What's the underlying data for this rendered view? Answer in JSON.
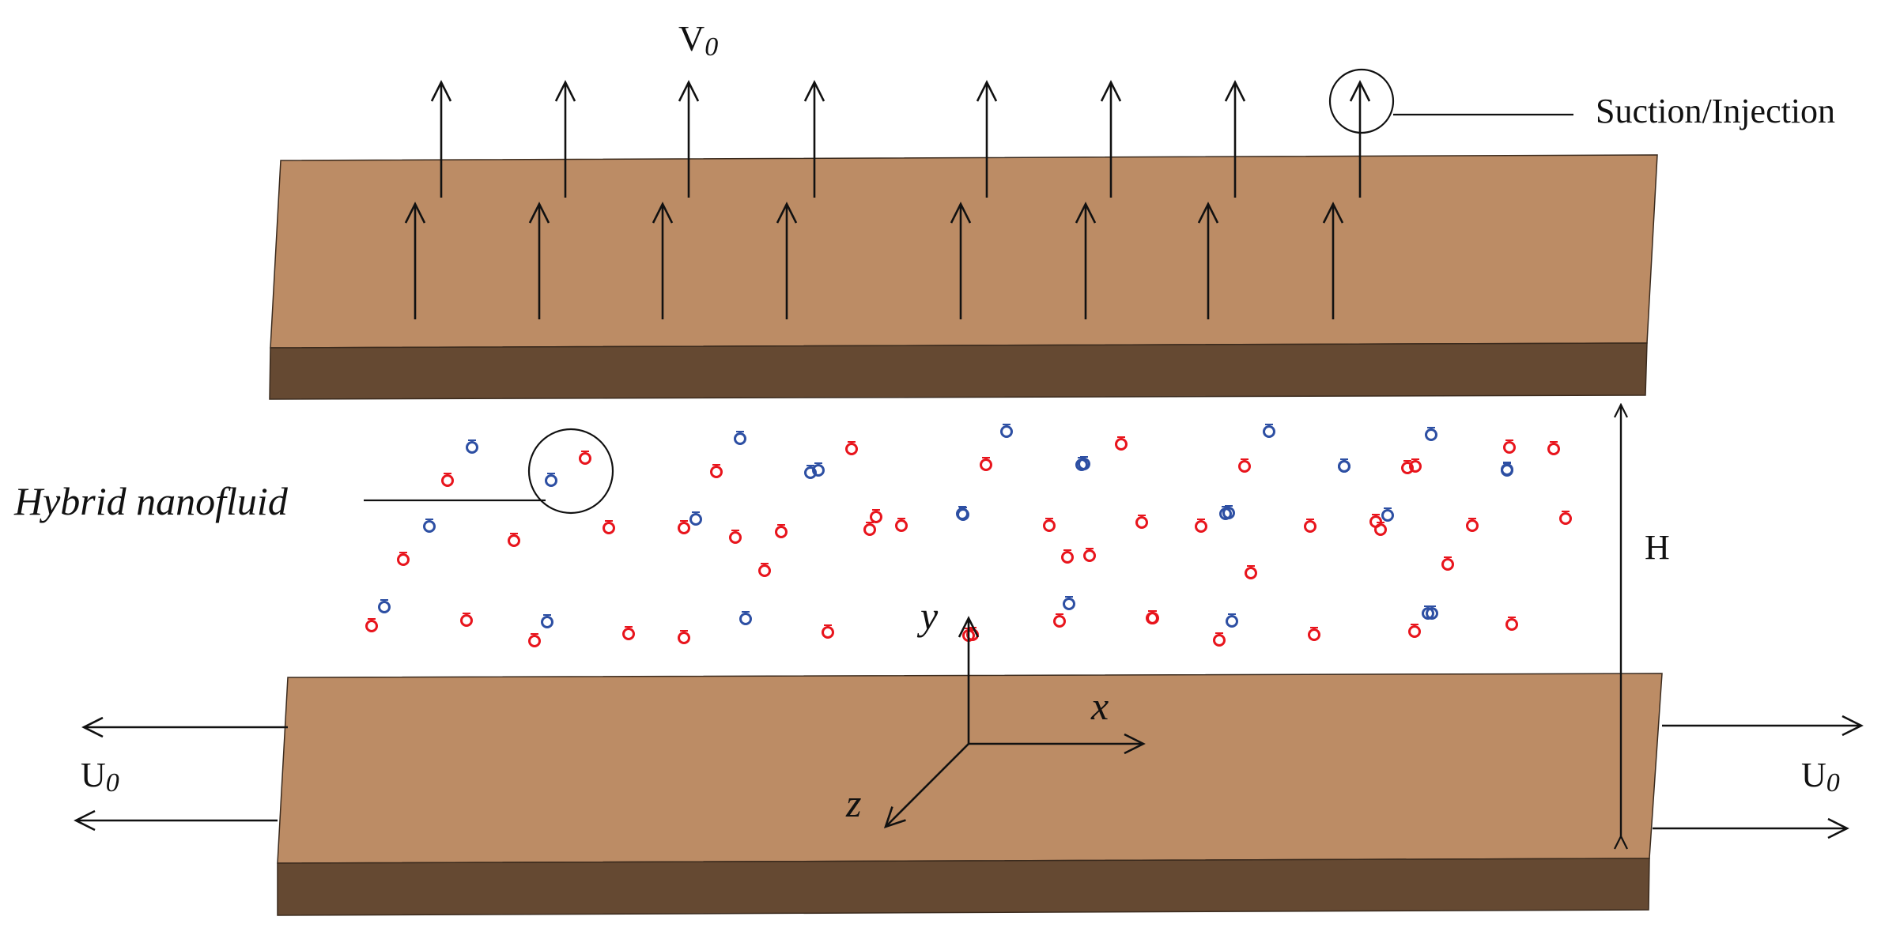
{
  "labels": {
    "v0": "V",
    "v0_sub": "0",
    "suction_injection": "Suction/Injection",
    "hybrid_nanofluid": "Hybrid nanofluid",
    "height": "H",
    "u0_left": "U",
    "u0_left_sub": "0",
    "u0_right": "U",
    "u0_right_sub": "0",
    "axis_x": "x",
    "axis_y": "y",
    "axis_z": "z"
  },
  "colors": {
    "plate_top_face": "#bc8c65",
    "plate_front_face": "#654932",
    "particle_red": "#e8141c",
    "particle_blue": "#2d4fa3",
    "line": "#111111"
  },
  "particles": {
    "counts": {
      "red": 48,
      "blue": 28
    }
  }
}
